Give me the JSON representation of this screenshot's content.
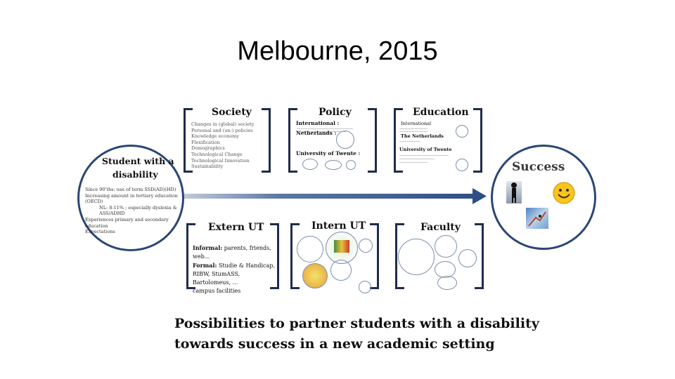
{
  "slide": {
    "title": "Melbourne, 2015",
    "caption_line1": "Possibilities to partner students with a disability",
    "caption_line2": "towards success in a new academic setting"
  },
  "student": {
    "title_line1": "Student with a",
    "title_line2": "disability",
    "notes": [
      "Since 90'ths: use of term SSD(AD)(HD)",
      "Increasing amount in tertiary education (OECD)",
      "NL: 8-11% ; especially dyslexia & ASS/ADHD",
      "Experiences primary and secondary education",
      "Expectations"
    ]
  },
  "success": {
    "label": "Success"
  },
  "society": {
    "title": "Society",
    "items": [
      "Changes in (global) society",
      "Personal and (un-) policies",
      "Knowledge economy",
      "Flexification",
      "Demographics",
      "Technological Change",
      "Technological Innovation",
      "Sustainability"
    ]
  },
  "policy": {
    "title": "Policy",
    "international": "International :",
    "netherlands": "Netherlands :",
    "twente": "University of Twente :"
  },
  "education": {
    "title": "Education",
    "international": "International",
    "netherlands": "The Netherlands",
    "twente": "University of Twente"
  },
  "extern": {
    "title": "Extern UT",
    "informal_label": "Informal:",
    "informal_text": " parents, friends, web...",
    "formal_label": "Formal:",
    "formal_text": " Studie & Handicap,",
    "line3": "RIBW, StumASS, Bartolomeus, ...",
    "line4": "campus facilities"
  },
  "intern": {
    "title": "Intern UT"
  },
  "faculty": {
    "title": "Faculty"
  },
  "colors": {
    "frame": "#1f2c4a",
    "arrow": "#3c5d93",
    "circle": "#2a4675"
  }
}
